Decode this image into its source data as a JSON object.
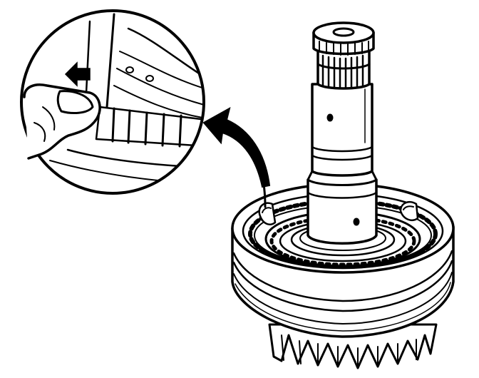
{
  "figure": {
    "background": "#ffffff",
    "ink": "#000000",
    "parts": [
      "detail-magnifier-circle",
      "finger-icon",
      "direction-arrow-icon",
      "callout-arrow-icon",
      "splined-shaft",
      "synchronizer-hub",
      "blocking-ring",
      "gear-teeth"
    ]
  }
}
